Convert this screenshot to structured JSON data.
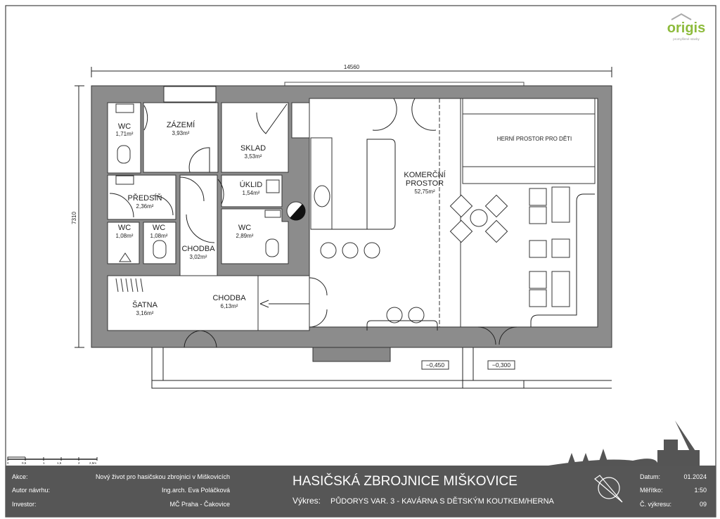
{
  "logo": {
    "name": "origis",
    "tagline": "promyšlené stavby",
    "color": "#8dbb3c"
  },
  "dimensions": {
    "width": "14560",
    "height": "7310"
  },
  "rooms": {
    "wc1": {
      "name": "WC",
      "area": "1,71m²"
    },
    "zazemi": {
      "name": "ZÁZEMÍ",
      "area": "3,93m²"
    },
    "sklad": {
      "name": "SKLAD",
      "area": "3,53m²"
    },
    "predsin": {
      "name": "PŘEDSÍŇ",
      "area": "2,36m²"
    },
    "uklid": {
      "name": "ÚKLID",
      "area": "1,54m²"
    },
    "wc2": {
      "name": "WC",
      "area": "1,08m²"
    },
    "wc3": {
      "name": "WC",
      "area": "1,08m²"
    },
    "chodba1": {
      "name": "CHODBA",
      "area": "3,02m²"
    },
    "wc4": {
      "name": "WC",
      "area": "2,89m²"
    },
    "satna": {
      "name": "ŠATNA",
      "area": "3,16m²"
    },
    "chodba2": {
      "name": "CHODBA",
      "area": "6,13m²"
    },
    "komercni": {
      "name1": "KOMERČNÍ",
      "name2": "PROSTOR",
      "area": "52,75m²"
    },
    "herni": {
      "name": "HERNÍ PROSTOR PRO DĚTI"
    }
  },
  "levels": [
    "−0,450",
    "−0,300"
  ],
  "scale_bar": [
    "0",
    "0,5",
    "1",
    "1,5",
    "2",
    "2,5m"
  ],
  "title_block": {
    "akce_label": "Akce:",
    "akce": "Nový život pro hasičskou zbrojnici v Miškovicích",
    "autor_label": "Autor návrhu:",
    "autor": "Ing.arch. Eva Poláčková",
    "investor_label": "Investor:",
    "investor": "MČ Praha - Čakovice",
    "title": "HASIČSKÁ ZBROJNICE MIŠKOVICE",
    "vykres_label": "Výkres:",
    "vykres": "PŮDORYS VAR. 3 - KAVÁRNA S DĚTSKÝM KOUTKEM/HERNA",
    "datum_label": "Datum:",
    "datum": "01.2024",
    "meritko_label": "Měřítko:",
    "meritko": "1:50",
    "cislo_label": "Č. výkresu:",
    "cislo": "09"
  }
}
